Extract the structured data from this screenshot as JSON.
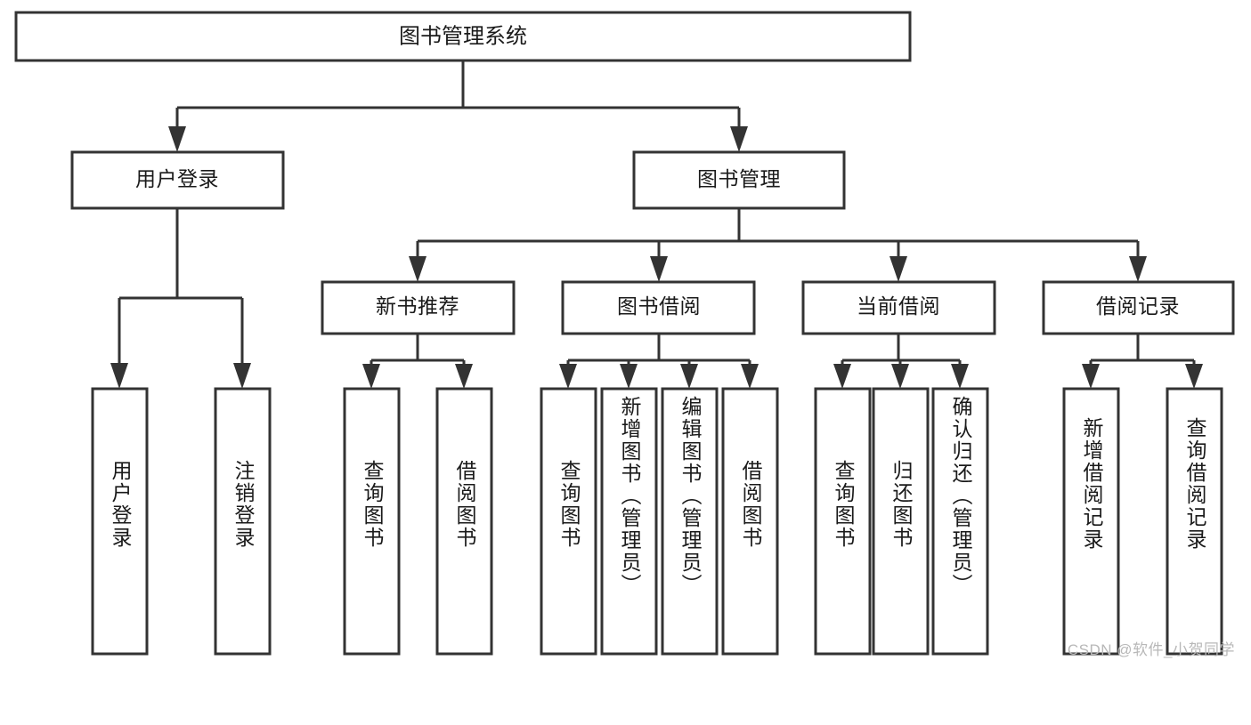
{
  "diagram": {
    "type": "tree-hierarchy-diagram",
    "title": "图书管理系统",
    "colors": {
      "stroke": "#333333",
      "box_fill": "#ffffff",
      "text": "#1a1a1a",
      "background": "#ffffff",
      "watermark": "#b8b8b8"
    },
    "root": {
      "label": "图书管理系统",
      "orientation": "horizontal"
    },
    "level2": [
      {
        "id": "user-login",
        "label": "用户登录",
        "orientation": "horizontal"
      },
      {
        "id": "book-manage",
        "label": "图书管理",
        "orientation": "horizontal"
      }
    ],
    "level3": [
      {
        "id": "new-book-recommend",
        "label": "新书推荐",
        "orientation": "horizontal",
        "parent": "book-manage"
      },
      {
        "id": "book-borrow",
        "label": "图书借阅",
        "orientation": "horizontal",
        "parent": "book-manage"
      },
      {
        "id": "current-borrow",
        "label": "当前借阅",
        "orientation": "horizontal",
        "parent": "book-manage"
      },
      {
        "id": "borrow-record",
        "label": "借阅记录",
        "orientation": "horizontal",
        "parent": "book-manage"
      }
    ],
    "leaves": [
      {
        "id": "leaf-user-login",
        "label": "用户登录",
        "orientation": "vertical",
        "parent": "user-login"
      },
      {
        "id": "leaf-user-logout",
        "label": "注销登录",
        "orientation": "vertical",
        "parent": "user-login"
      },
      {
        "id": "leaf-query-book-1",
        "label": "查询图书",
        "orientation": "vertical",
        "parent": "new-book-recommend"
      },
      {
        "id": "leaf-borrow-book-1",
        "label": "借阅图书",
        "orientation": "vertical",
        "parent": "new-book-recommend"
      },
      {
        "id": "leaf-query-book-2",
        "label": "查询图书",
        "orientation": "vertical",
        "parent": "book-borrow"
      },
      {
        "id": "leaf-add-book",
        "label": "新增图书（管理员）",
        "orientation": "vertical",
        "parent": "book-borrow"
      },
      {
        "id": "leaf-edit-book",
        "label": "编辑图书（管理员）",
        "orientation": "vertical",
        "parent": "book-borrow"
      },
      {
        "id": "leaf-borrow-book-2",
        "label": "借阅图书",
        "orientation": "vertical",
        "parent": "book-borrow"
      },
      {
        "id": "leaf-query-book-3",
        "label": "查询图书",
        "orientation": "vertical",
        "parent": "current-borrow"
      },
      {
        "id": "leaf-return-book",
        "label": "归还图书",
        "orientation": "vertical",
        "parent": "current-borrow"
      },
      {
        "id": "leaf-confirm-return",
        "label": "确认归还（管理员）",
        "orientation": "vertical",
        "parent": "current-borrow"
      },
      {
        "id": "leaf-add-record",
        "label": "新增借阅记录",
        "orientation": "vertical",
        "parent": "borrow-record"
      },
      {
        "id": "leaf-query-record",
        "label": "查询借阅记录",
        "orientation": "vertical",
        "parent": "borrow-record"
      }
    ]
  },
  "watermark": {
    "text": "CSDN @软件_小贺同学"
  }
}
